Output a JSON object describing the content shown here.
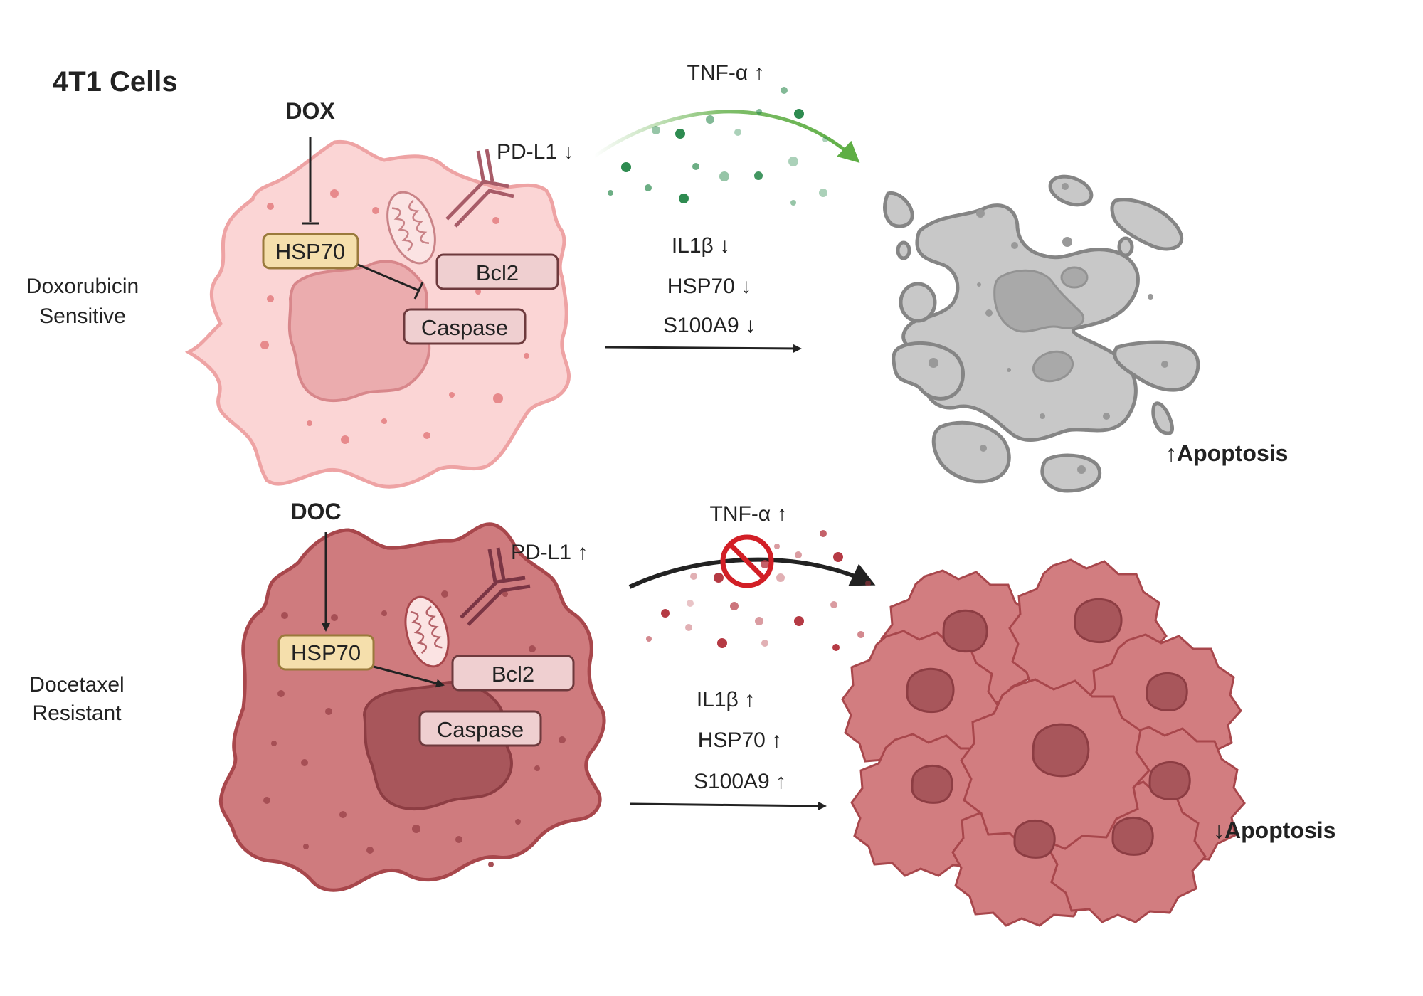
{
  "title": "4T1 Cells",
  "colors": {
    "drug_label": "#4a98d8",
    "sensitive_cell": "#fbd5d5",
    "sensitive_border": "#eea3a4",
    "resistant_cell": "#cf7b7e",
    "resistant_border": "#a8474c",
    "hsp70_box": "#f5dfac",
    "protein_box": "#efcfd0",
    "tnf_arrow_sensitive": "#5fae45",
    "tnf_dots_sensitive": "#2e8b50",
    "tnf_dots_resistant": "#b53a44",
    "apoptotic_cell": "#c8c8c8",
    "block_symbol": "#d21f26"
  },
  "top": {
    "row_label_line1": "Doxorubicin",
    "row_label_line2": "Sensitive",
    "drug": "DOX",
    "hsp70": "HSP70",
    "bcl2": "Bcl2",
    "caspase": "Caspase",
    "pdl1": "PD-L1 ↓",
    "tnf": "TNF-α ↑",
    "markers": [
      "IL1β ↓",
      "HSP70 ↓",
      "S100A9 ↓"
    ],
    "outcome": "↑Apoptosis"
  },
  "bottom": {
    "row_label_line1": "Docetaxel",
    "row_label_line2": "Resistant",
    "drug": "DOC",
    "hsp70": "HSP70",
    "bcl2": "Bcl2",
    "caspase": "Caspase",
    "pdl1": "PD-L1 ↑",
    "tnf": "TNF-α ↑",
    "markers": [
      "IL1β ↑",
      "HSP70 ↑",
      "S100A9 ↑"
    ],
    "outcome": "↓Apoptosis"
  }
}
